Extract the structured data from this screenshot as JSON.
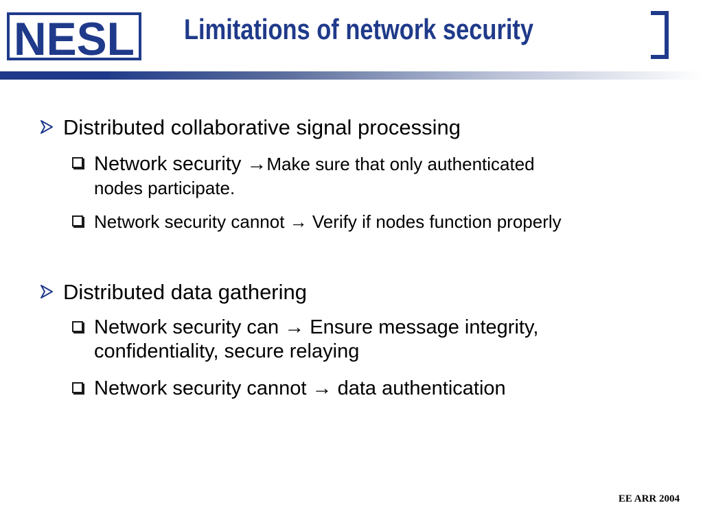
{
  "logo": {
    "text": "NESL",
    "color": "#1f3a8a"
  },
  "slide": {
    "title": "Limitations of network security",
    "accent_color": "#1f3a8a"
  },
  "bullets": [
    {
      "text": "Distributed collaborative signal processing",
      "sub": [
        {
          "lead": "Network security →",
          "rest": "Make sure that only authenticated",
          "cont": "nodes participate."
        },
        {
          "text": "Network security cannot → Verify if nodes function properly"
        }
      ]
    },
    {
      "text": "Distributed data gathering",
      "sub": [
        {
          "line1": "Network security can  → Ensure message integrity,",
          "line2": "confidentiality, secure relaying"
        },
        {
          "text": "Network security cannot  → data authentication"
        }
      ]
    }
  ],
  "footer": "EE ARR 2004"
}
